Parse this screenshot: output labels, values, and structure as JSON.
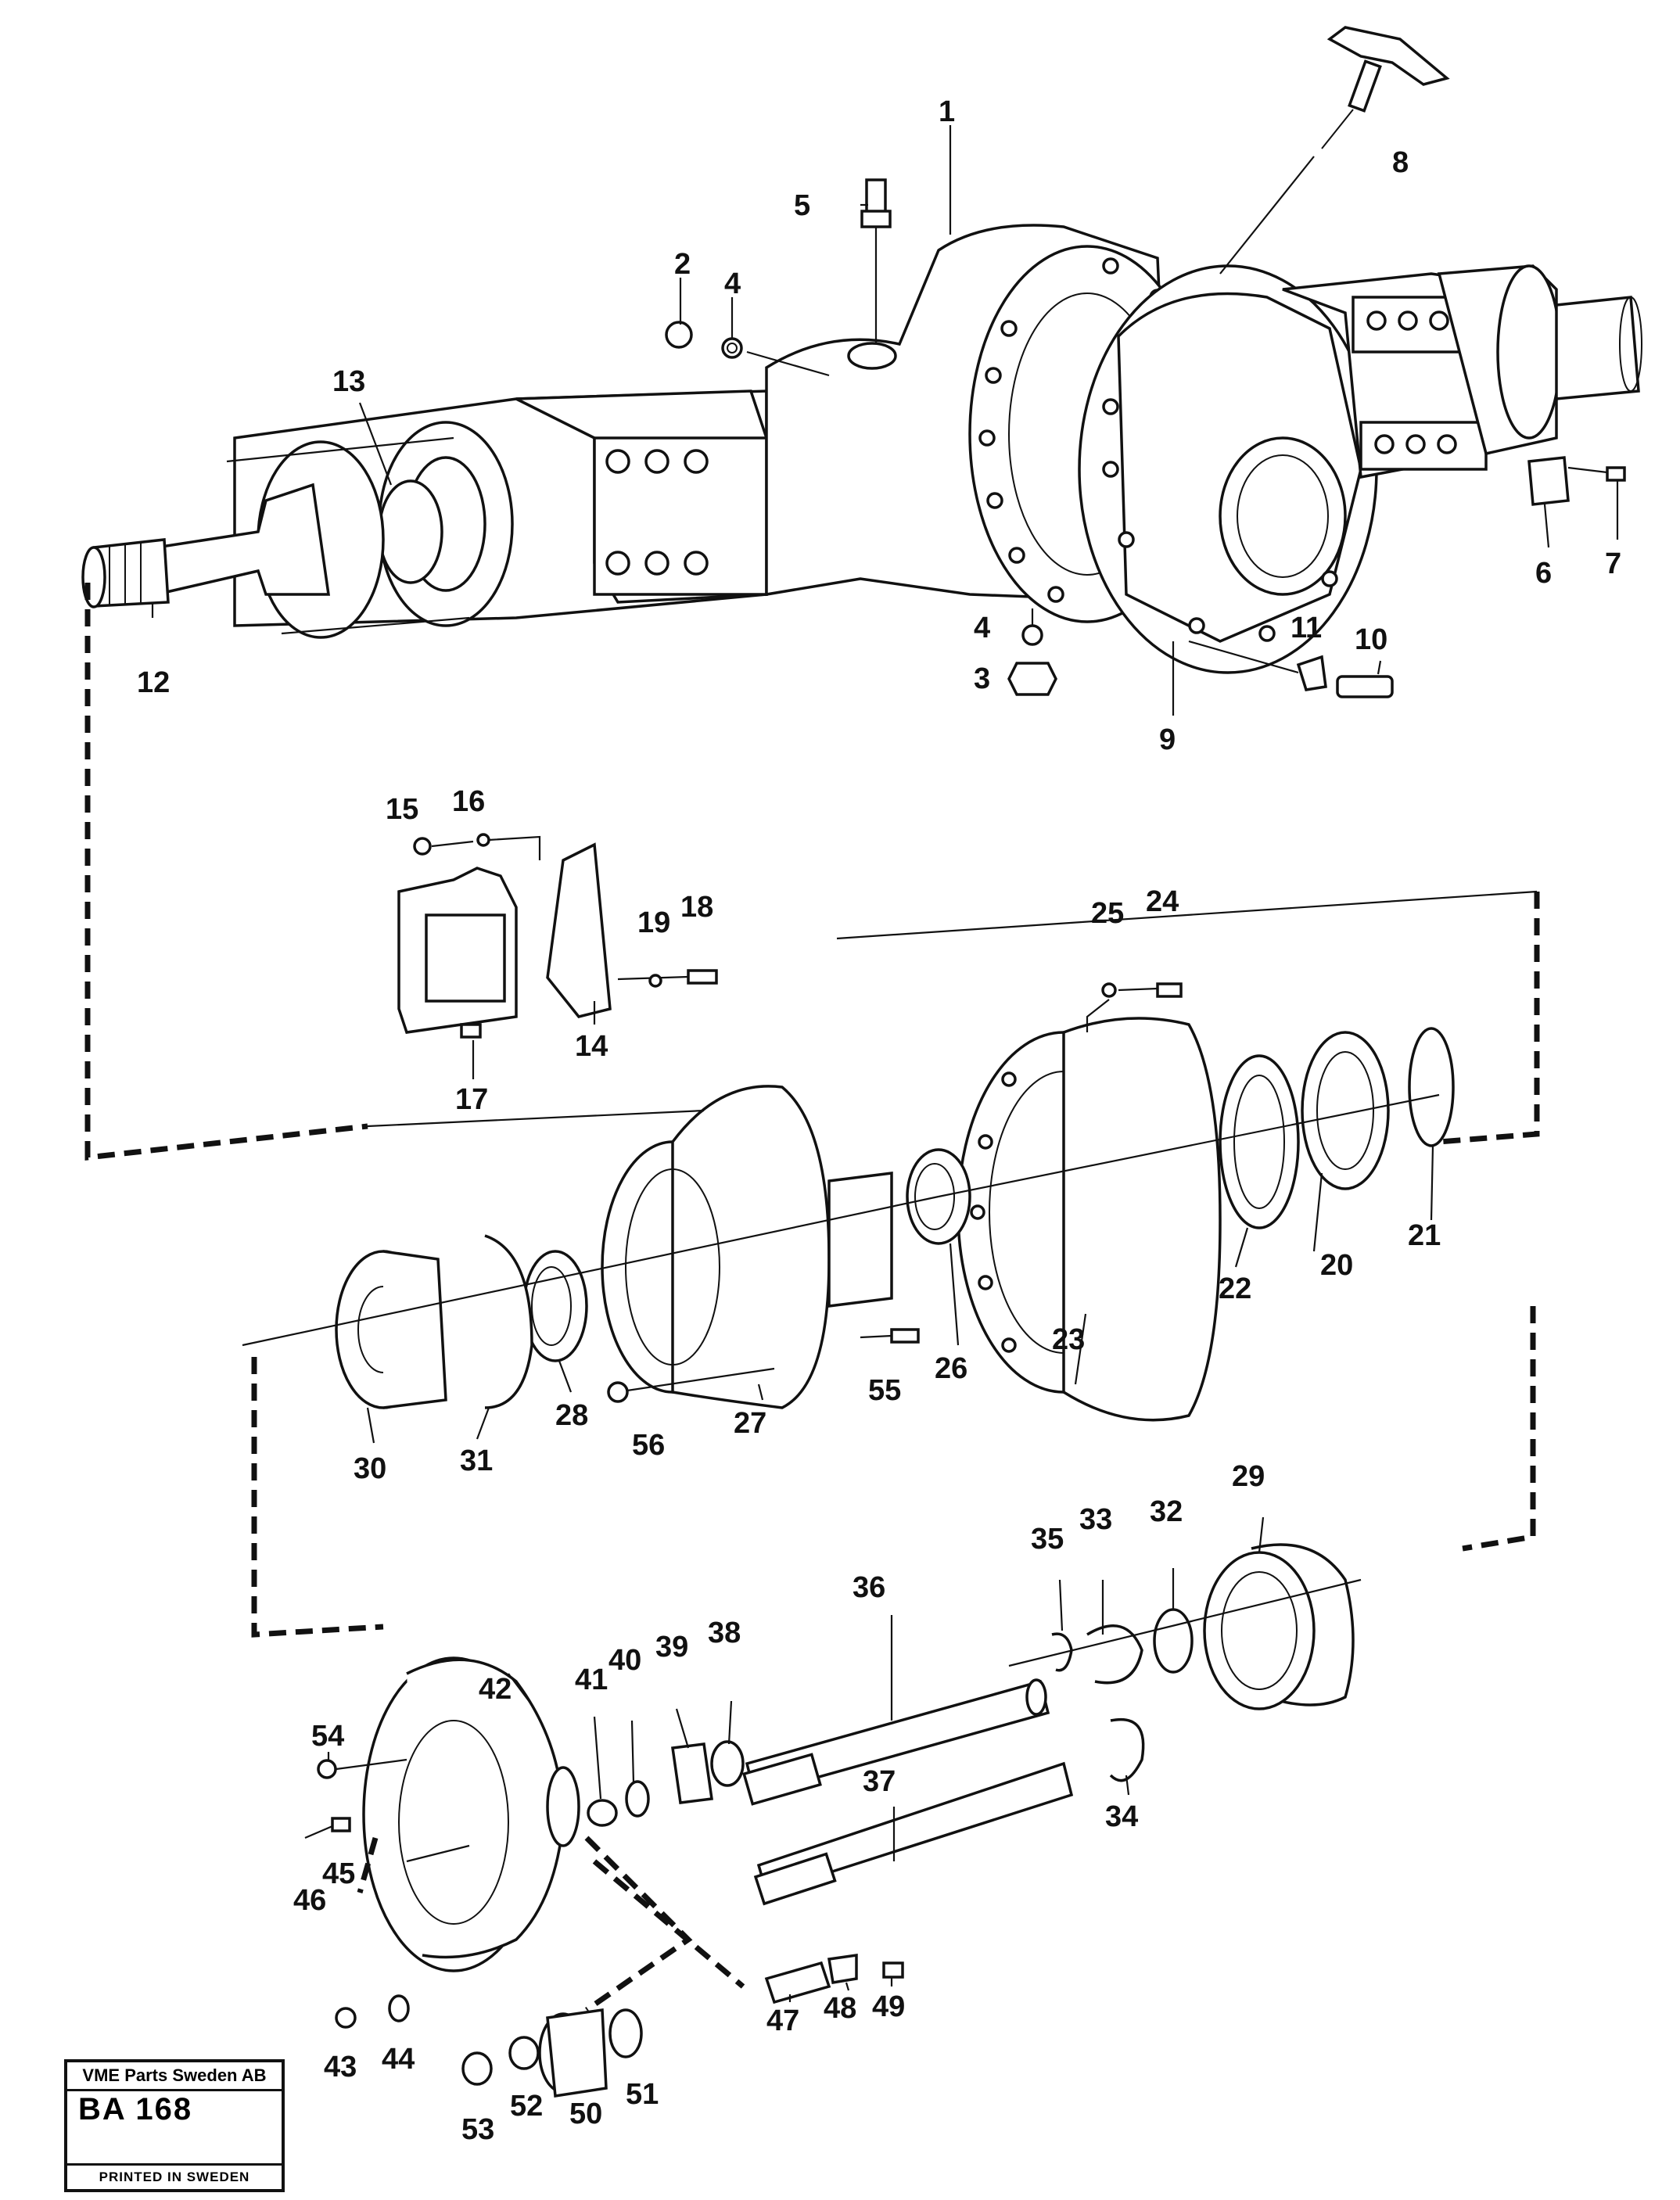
{
  "drawing": {
    "callouts": [
      "1",
      "2",
      "3",
      "4",
      "4",
      "5",
      "6",
      "7",
      "8",
      "9",
      "10",
      "11",
      "12",
      "13",
      "14",
      "15",
      "16",
      "17",
      "18",
      "19",
      "20",
      "21",
      "22",
      "23",
      "24",
      "25",
      "26",
      "27",
      "28",
      "29",
      "30",
      "31",
      "32",
      "33",
      "34",
      "35",
      "36",
      "37",
      "38",
      "39",
      "40",
      "41",
      "42",
      "43",
      "44",
      "45",
      "46",
      "47",
      "48",
      "49",
      "50",
      "51",
      "52",
      "53",
      "54",
      "55",
      "56"
    ]
  },
  "title_block": {
    "company": "VME Parts Sweden AB",
    "code": "BA 168",
    "printed": "PRINTED IN SWEDEN"
  }
}
